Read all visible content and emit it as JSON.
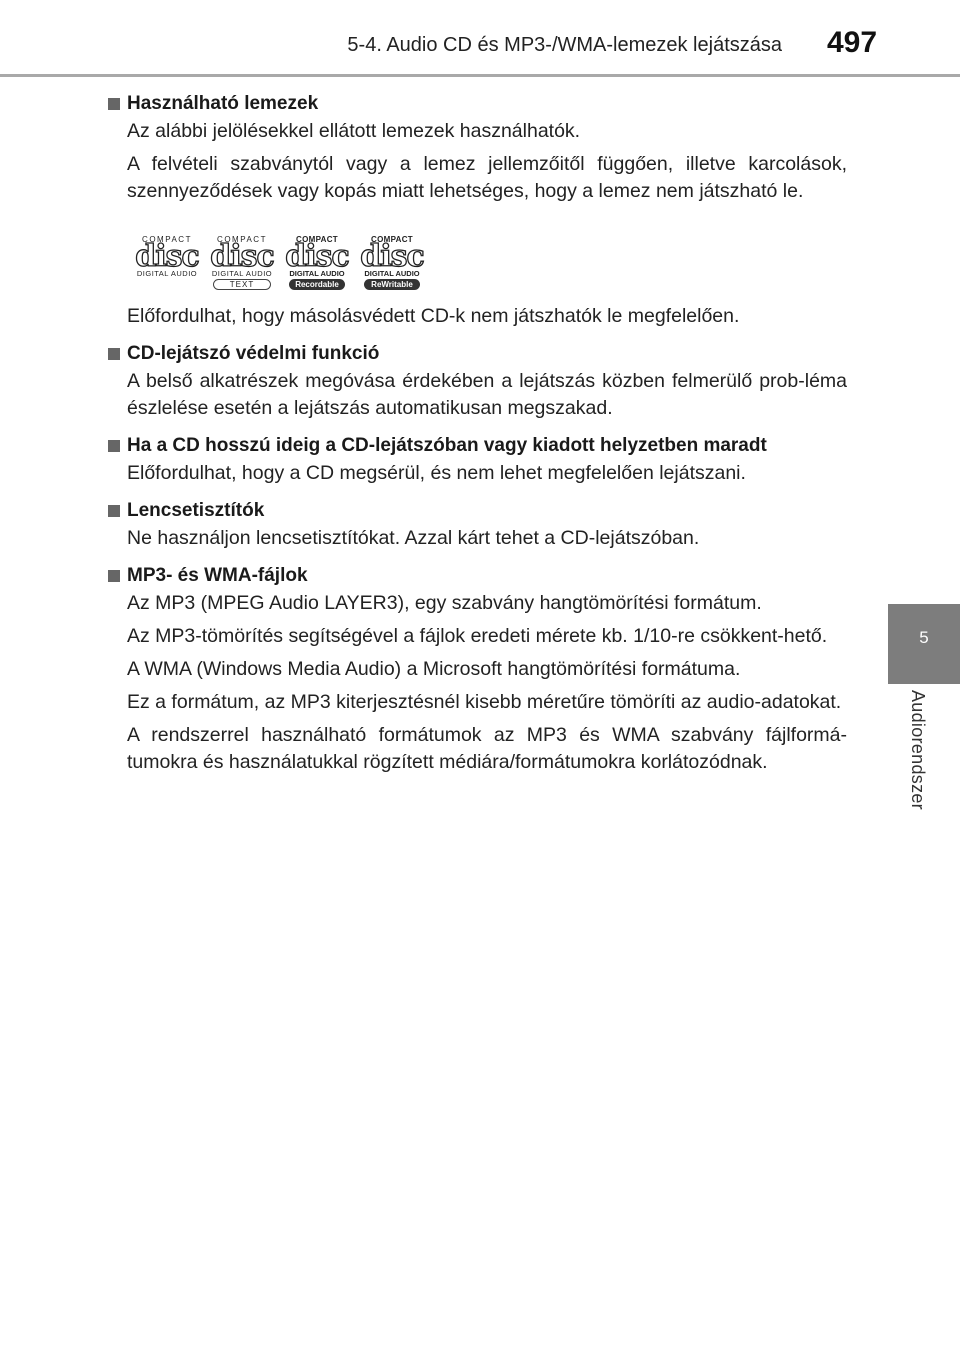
{
  "header": {
    "title": "5-4. Audio CD és MP3-/WMA-lemezek lejátszása",
    "page_number": "497"
  },
  "side_tab": {
    "number": "5",
    "label": "Audiorendszer"
  },
  "sections": [
    {
      "heading": "Használható lemezek",
      "paragraphs": [
        "Az alábbi jelölésekkel ellátott lemezek használhatók.",
        "A felvételi szabványtól vagy a lemez jellemzőitől függően, illetve karcolások, szennyeződések vagy kopás miatt lehetséges, hogy a lemez nem játszható le."
      ],
      "logos": [
        {
          "top": "COMPACT",
          "mark": "disc",
          "sub": "DIGITAL AUDIO",
          "pill": ""
        },
        {
          "top": "COMPACT",
          "mark": "disc",
          "sub": "DIGITAL AUDIO",
          "pill": "TEXT"
        },
        {
          "top": "COMPACT",
          "mark": "disc",
          "sub": "DIGITAL AUDIO",
          "pill": "Recordable"
        },
        {
          "top": "COMPACT",
          "mark": "disc",
          "sub": "DIGITAL AUDIO",
          "pill": "ReWritable"
        }
      ],
      "after_logos": "Előfordulhat, hogy másolásvédett CD-k nem játszhatók le megfelelően."
    },
    {
      "heading": "CD-lejátszó védelmi funkció",
      "paragraphs": [
        "A belső alkatrészek megóvása érdekében a lejátszás közben felmerülő prob-léma észlelése esetén a lejátszás automatikusan megszakad."
      ]
    },
    {
      "heading": "Ha a CD hosszú ideig a CD-lejátszóban vagy kiadott helyzetben maradt",
      "paragraphs": [
        "Előfordulhat, hogy a CD megsérül, és nem lehet megfelelően lejátszani."
      ]
    },
    {
      "heading": "Lencsetisztítók",
      "paragraphs": [
        "Ne használjon lencsetisztítókat. Azzal kárt tehet a CD-lejátszóban."
      ]
    },
    {
      "heading": "MP3- és WMA-fájlok",
      "paragraphs": [
        "Az MP3 (MPEG Audio LAYER3), egy szabvány hangtömörítési formátum.",
        "Az MP3-tömörítés segítségével a fájlok eredeti mérete kb. 1/10-re csökkent-hető.",
        "A WMA (Windows Media Audio) a Microsoft hangtömörítési formátuma.",
        "Ez a formátum, az MP3 kiterjesztésnél kisebb méretűre tömöríti az audio-adatokat.",
        "A rendszerrel használható formátumok az MP3 és WMA szabvány fájlformá-tumokra és használatukkal rögzített médiára/formátumokra korlátozódnak."
      ]
    }
  ]
}
